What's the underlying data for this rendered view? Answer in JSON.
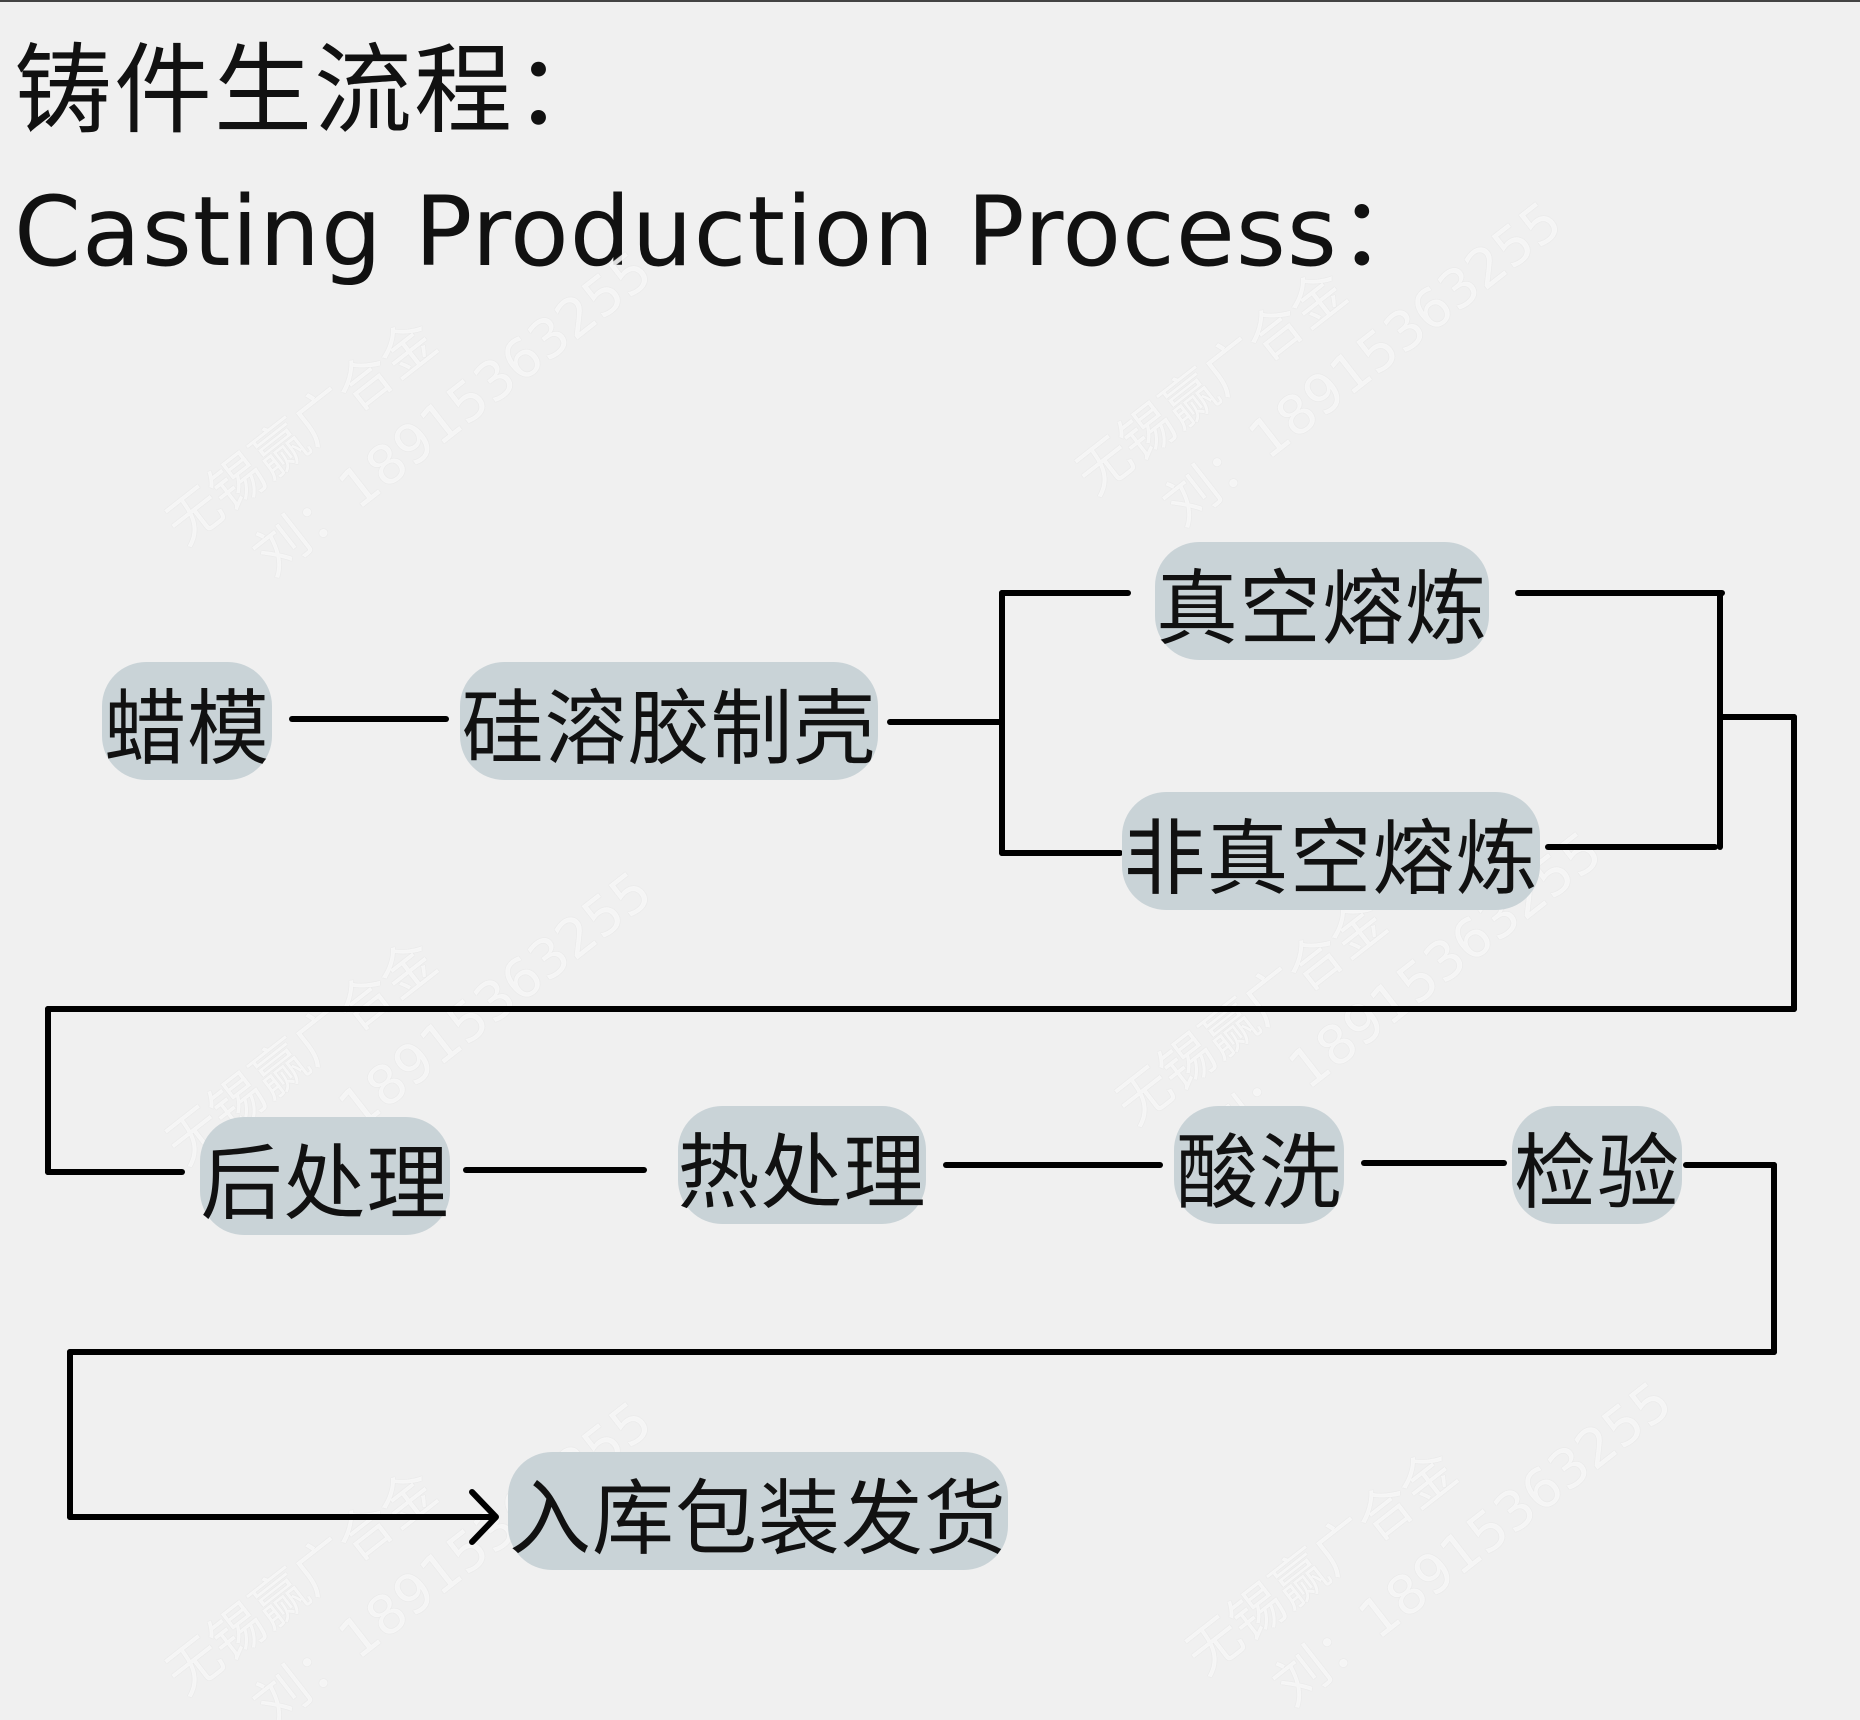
{
  "title": {
    "zh": "铸件生流程：",
    "en": "Casting Production Process："
  },
  "nodes": {
    "wax_mold": "蜡模",
    "silica_sol_shell": "硅溶胶制壳",
    "vacuum_melting": "真空熔炼",
    "non_vacuum_melting": "非真空熔炼",
    "post_processing": "后处理",
    "heat_treatment": "热处理",
    "pickling": "酸洗",
    "inspection": "检验",
    "warehousing_shipping": "入库包装发货"
  },
  "watermark": {
    "line1": "无锡赢广合金",
    "line2": "刘：18915363255"
  },
  "colors": {
    "background": "#f0f0f0",
    "node_fill": "#c9d3d7",
    "line": "#000000"
  }
}
